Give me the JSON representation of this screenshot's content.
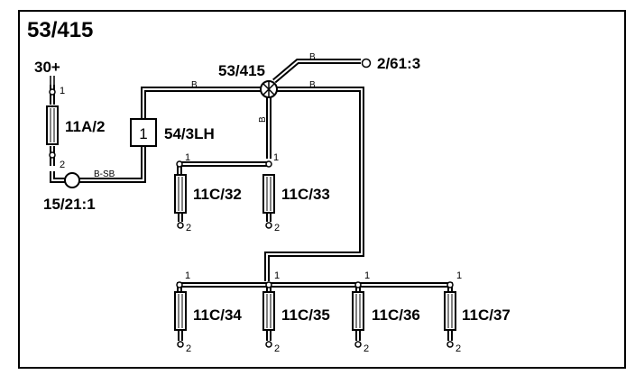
{
  "diagram": {
    "title": "53/415",
    "supply": "30+",
    "splice": "53/415",
    "connector_far": "2/61:3",
    "ground": "15/21:1",
    "box_num": "1",
    "box_label": "54/3LH",
    "fuses": {
      "f11a2": "11A/2",
      "f32": "11C/32",
      "f33": "11C/33",
      "f34": "11C/34",
      "f35": "11C/35",
      "f36": "11C/36",
      "f37": "11C/37"
    },
    "pins": {
      "p1": "1",
      "p2": "2"
    },
    "wire_colors": {
      "b": "B",
      "bsb": "B-SB"
    }
  }
}
